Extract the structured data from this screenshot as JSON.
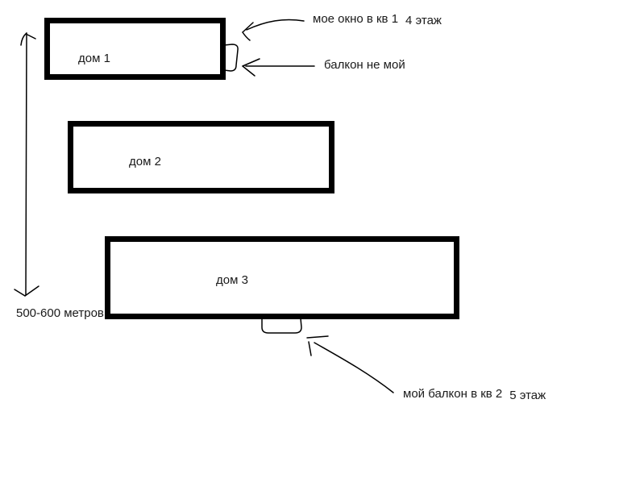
{
  "canvas": {
    "background_color": "#ffffff",
    "ink_color": "#000000"
  },
  "houses": [
    {
      "label": "дом 1"
    },
    {
      "label": "дом 2"
    },
    {
      "label": "дом 3"
    }
  ],
  "annotations": {
    "window_note": {
      "text": "мое окно в кв 1",
      "suffix": "4 этаж"
    },
    "balcony_not_mine": "балкон не мой",
    "my_balcony": {
      "text": "мой балкон в кв 2",
      "suffix": "5 этаж"
    },
    "distance": "500-600 метров"
  }
}
